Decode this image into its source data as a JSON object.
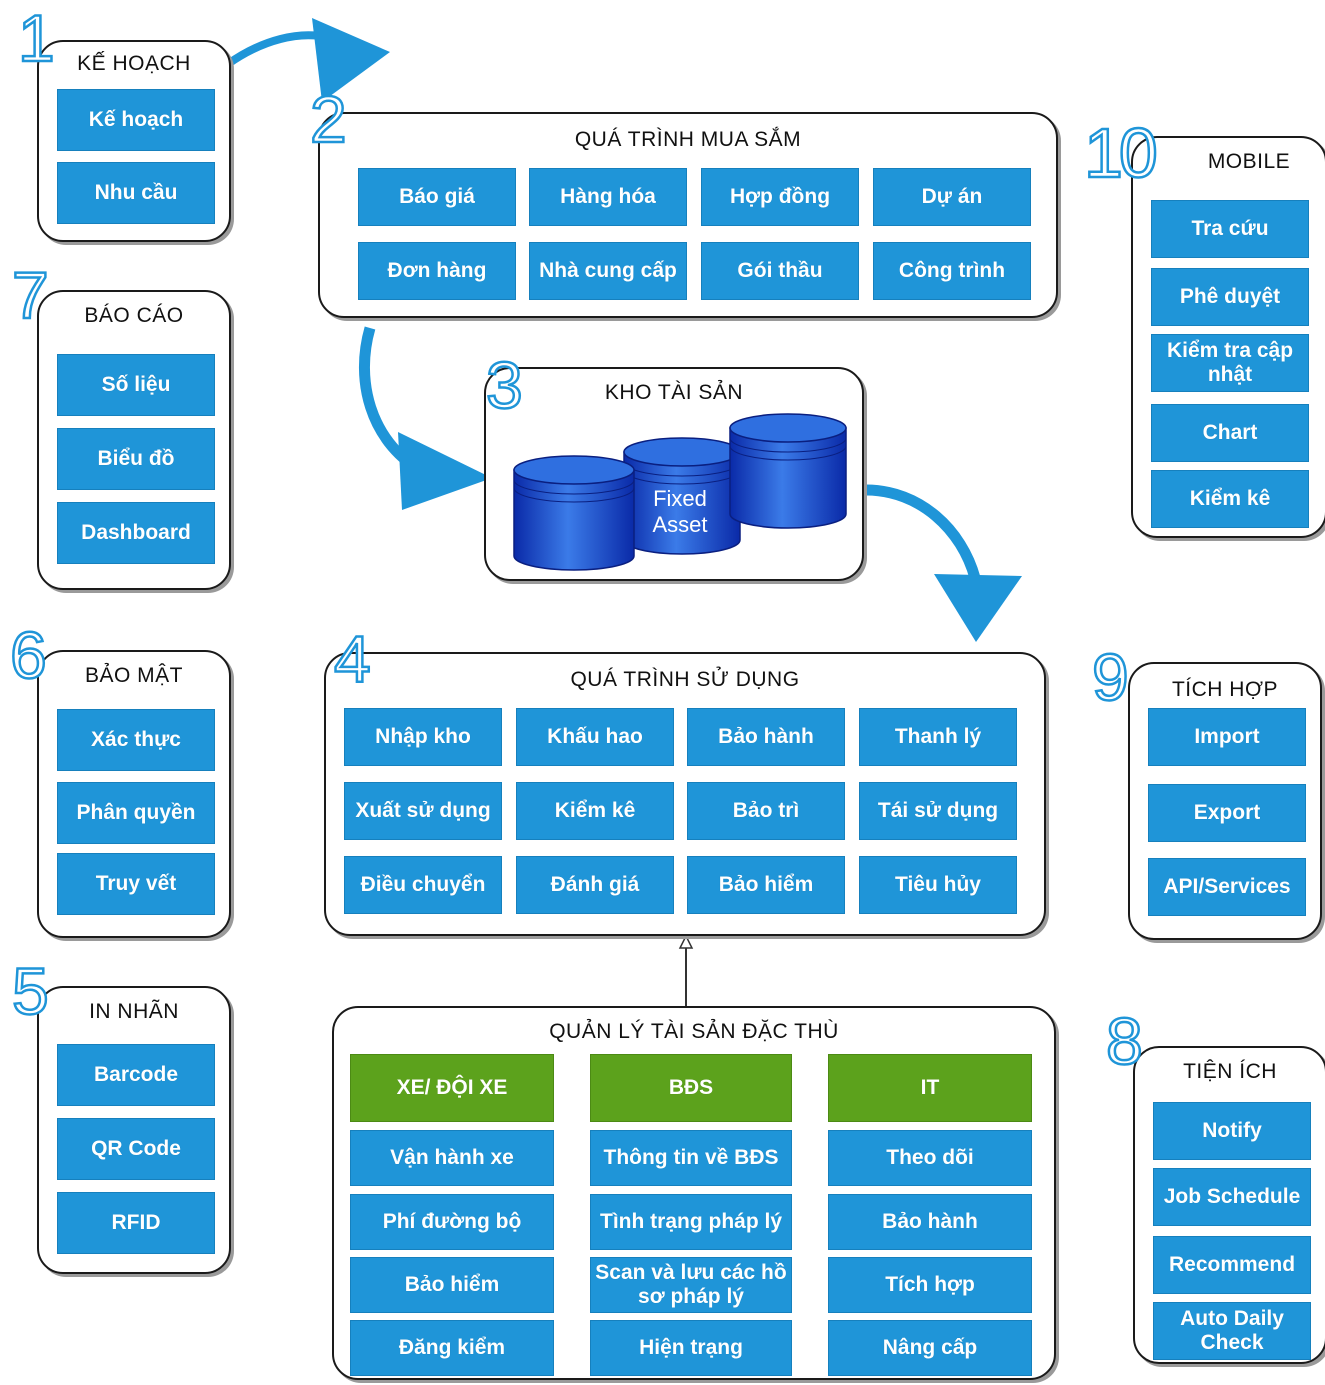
{
  "panels": {
    "ke_hoach": {
      "number": "1",
      "title": "KẾ HOẠCH",
      "items": [
        "Kế hoạch",
        "Nhu cầu"
      ]
    },
    "mua_sam": {
      "number": "2",
      "title": "QUÁ TRÌNH MUA SẮM",
      "items": [
        "Báo giá",
        "Hàng hóa",
        "Hợp đồng",
        "Dự án",
        "Đơn hàng",
        "Nhà cung cấp",
        "Gói thầu",
        "Công trình"
      ]
    },
    "kho": {
      "number": "3",
      "title": "KHO TÀI SẢN",
      "db_label_1": "Fixed",
      "db_label_2": "Asset"
    },
    "su_dung": {
      "number": "4",
      "title": "QUÁ TRÌNH SỬ DỤNG",
      "items": [
        "Nhập kho",
        "Khấu hao",
        "Bảo hành",
        "Thanh lý",
        "Xuất sử dụng",
        "Kiểm kê",
        "Bảo trì",
        "Tái sử dụng",
        "Điều chuyển",
        "Đánh giá",
        "Bảo hiểm",
        "Tiêu hủy"
      ]
    },
    "in_nhan": {
      "number": "5",
      "title": "IN NHÃN",
      "items": [
        "Barcode",
        "QR Code",
        "RFID"
      ]
    },
    "bao_mat": {
      "number": "6",
      "title": "BẢO MẬT",
      "items": [
        "Xác thực",
        "Phân quyền",
        "Truy vết"
      ]
    },
    "bao_cao": {
      "number": "7",
      "title": "BÁO CÁO",
      "items": [
        "Số liệu",
        "Biểu đồ",
        "Dashboard"
      ]
    },
    "tien_ich": {
      "number": "8",
      "title": "TIỆN ÍCH",
      "items": [
        "Notify",
        "Job Schedule",
        "Recommend",
        "Auto Daily Check"
      ]
    },
    "tich_hop": {
      "number": "9",
      "title": "TÍCH HỢP",
      "items": [
        "Import",
        "Export",
        "API/Services"
      ]
    },
    "mobile": {
      "number": "10",
      "title": "MOBILE",
      "items": [
        "Tra cứu",
        "Phê duyệt",
        "Kiểm tra cập nhật",
        "Chart",
        "Kiểm kê"
      ]
    },
    "dac_thu": {
      "title": "QUẢN LÝ TÀI SẢN ĐẶC THÙ",
      "columns": [
        {
          "header": "XE/ ĐỘI XE",
          "items": [
            "Vận hành xe",
            "Phí đường bộ",
            "Bảo hiểm",
            "Đăng kiểm"
          ]
        },
        {
          "header": "BĐS",
          "items": [
            "Thông tin về BĐS",
            "Tình trạng pháp lý",
            "Scan và lưu các hồ sơ pháp lý",
            "Hiện trạng"
          ]
        },
        {
          "header": "IT",
          "items": [
            "Theo dõi",
            "Bảo hành",
            "Tích hợp",
            "Nâng cấp"
          ]
        }
      ]
    }
  },
  "colors": {
    "button_blue": "#1f95d8",
    "header_green": "#5ca21c",
    "arrow_blue": "#1f95d8",
    "cylinder_blue": "#2a5bd0"
  }
}
